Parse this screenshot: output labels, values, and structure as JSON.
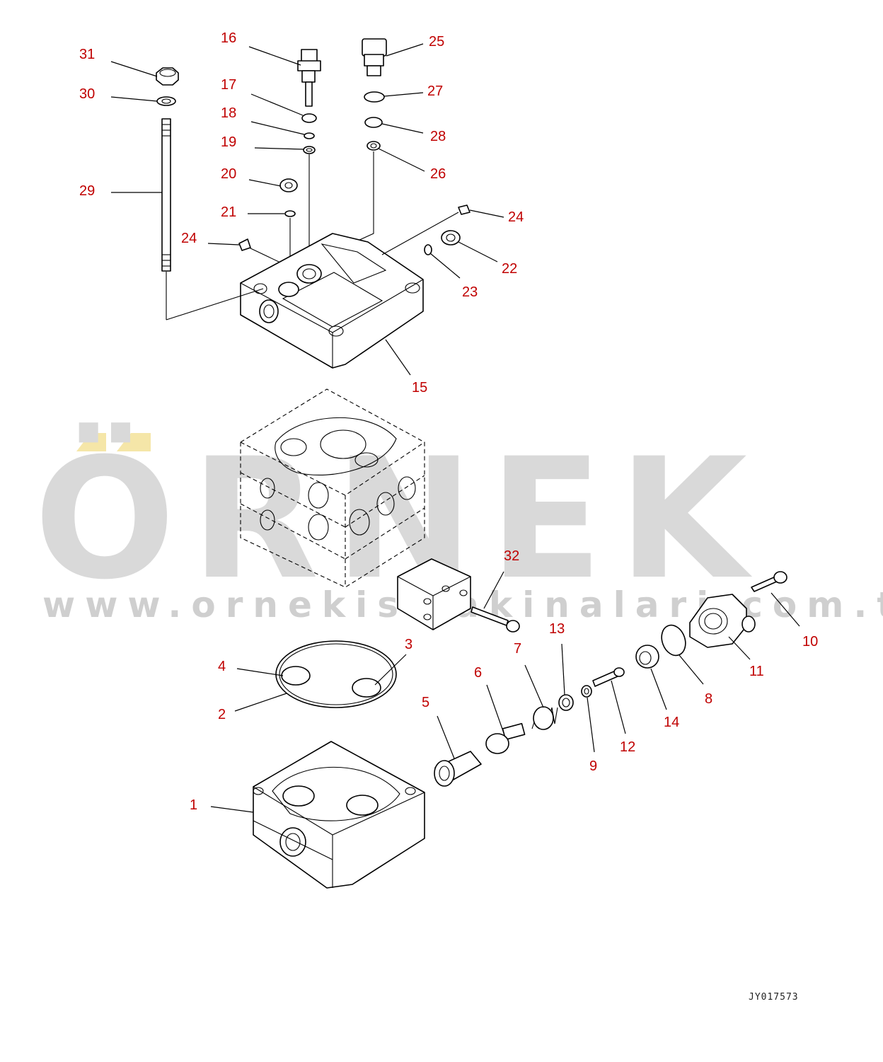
{
  "watermark": {
    "letters": "ÖRNEK",
    "url": "www.ornekismakinalari.com.tr",
    "umlaut_color": "#f5e6a8"
  },
  "drawing_code": "JY017573",
  "callout_color": "#c00000",
  "callouts": [
    {
      "id": "c31",
      "label": "31"
    },
    {
      "id": "c30",
      "label": "30"
    },
    {
      "id": "c29",
      "label": "29"
    },
    {
      "id": "c16",
      "label": "16"
    },
    {
      "id": "c17",
      "label": "17"
    },
    {
      "id": "c18",
      "label": "18"
    },
    {
      "id": "c19",
      "label": "19"
    },
    {
      "id": "c20",
      "label": "20"
    },
    {
      "id": "c21",
      "label": "21"
    },
    {
      "id": "c24a",
      "label": "24"
    },
    {
      "id": "c25",
      "label": "25"
    },
    {
      "id": "c27",
      "label": "27"
    },
    {
      "id": "c28",
      "label": "28"
    },
    {
      "id": "c26",
      "label": "26"
    },
    {
      "id": "c24b",
      "label": "24"
    },
    {
      "id": "c22",
      "label": "22"
    },
    {
      "id": "c23",
      "label": "23"
    },
    {
      "id": "c15",
      "label": "15"
    },
    {
      "id": "c32",
      "label": "32"
    },
    {
      "id": "c7",
      "label": "7"
    },
    {
      "id": "c13",
      "label": "13"
    },
    {
      "id": "c10",
      "label": "10"
    },
    {
      "id": "c11",
      "label": "11"
    },
    {
      "id": "c8",
      "label": "8"
    },
    {
      "id": "c14",
      "label": "14"
    },
    {
      "id": "c12",
      "label": "12"
    },
    {
      "id": "c9",
      "label": "9"
    },
    {
      "id": "c6",
      "label": "6"
    },
    {
      "id": "c5",
      "label": "5"
    },
    {
      "id": "c3",
      "label": "3"
    },
    {
      "id": "c4",
      "label": "4"
    },
    {
      "id": "c2",
      "label": "2"
    },
    {
      "id": "c1",
      "label": "1"
    }
  ]
}
